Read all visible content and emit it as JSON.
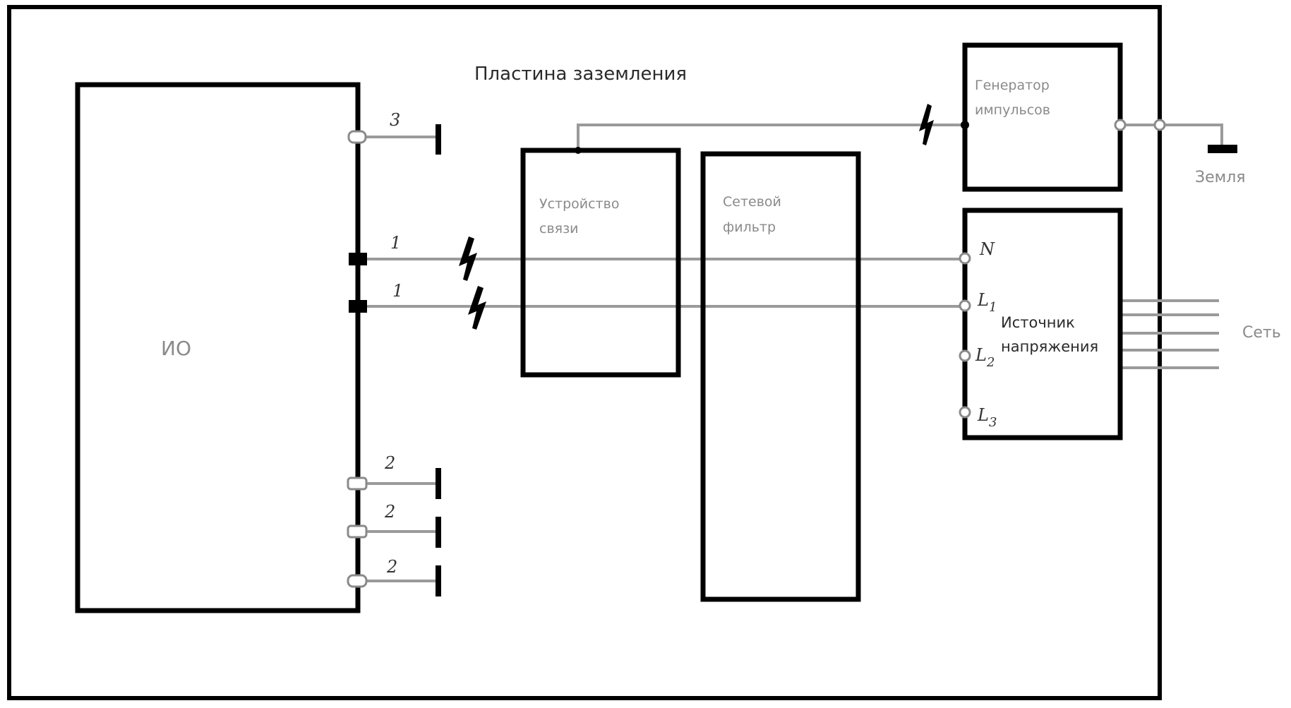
{
  "diagram": {
    "title": "Пластина заземления",
    "eut": {
      "label": "ИО"
    },
    "coupling_device": {
      "line1": "Устройство",
      "line2": "связи"
    },
    "line_filter": {
      "line1": "Сетевой",
      "line2": "фильтр"
    },
    "pulse_generator": {
      "line1": "Генератор",
      "line2": "импульсов"
    },
    "voltage_source": {
      "line1": "Источник",
      "line2": "напряжения",
      "terminals": [
        {
          "name": "N",
          "sub": ""
        },
        {
          "name": "L",
          "sub": "1"
        },
        {
          "name": "L",
          "sub": "2"
        },
        {
          "name": "L",
          "sub": "3"
        }
      ]
    },
    "ground_label": "Земля",
    "mains_label": "Сеть",
    "port_labels": {
      "port3": "3",
      "port1_n": "1",
      "port1_l1": "1",
      "port2_a": "2",
      "port2_b": "2",
      "port2_c": "2"
    },
    "mains_line_count": 5
  }
}
